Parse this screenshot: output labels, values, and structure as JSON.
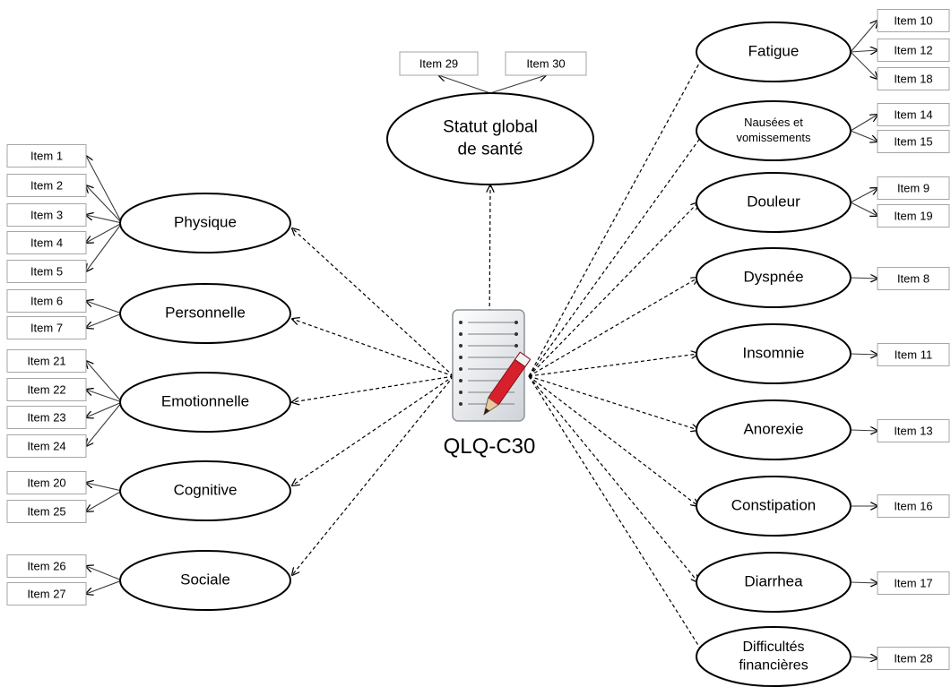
{
  "center": {
    "label": "QLQ-C30",
    "icon": "checklist-pencil-icon"
  },
  "global": {
    "label_lines": [
      "Statut global",
      "de santé"
    ],
    "items": [
      "Item 29",
      "Item 30"
    ]
  },
  "left": [
    {
      "label": "Physique",
      "items": [
        "Item 1",
        "Item 2",
        "Item 3",
        "Item 4",
        "Item 5"
      ]
    },
    {
      "label": "Personnelle",
      "items": [
        "Item 6",
        "Item 7"
      ]
    },
    {
      "label": "Emotionnelle",
      "items": [
        "Item 21",
        "Item 22",
        "Item 23",
        "Item 24"
      ]
    },
    {
      "label": "Cognitive",
      "items": [
        "Item 20",
        "Item 25"
      ]
    },
    {
      "label": "Sociale",
      "items": [
        "Item 26",
        "Item 27"
      ]
    }
  ],
  "right": [
    {
      "label": "Fatigue",
      "items": [
        "Item 10",
        "Item 12",
        "Item 18"
      ]
    },
    {
      "label": "Nausées et vomissements",
      "label_lines": [
        "Nausées et",
        "vomissements"
      ],
      "items": [
        "Item 14",
        "Item 15"
      ]
    },
    {
      "label": "Douleur",
      "items": [
        "Item 9",
        "Item 19"
      ]
    },
    {
      "label": "Dyspnée",
      "items": [
        "Item 8"
      ]
    },
    {
      "label": "Insomnie",
      "items": [
        "Item 11"
      ]
    },
    {
      "label": "Anorexie",
      "items": [
        "Item 13"
      ]
    },
    {
      "label": "Constipation",
      "items": [
        "Item 16"
      ]
    },
    {
      "label": "Diarrhea",
      "items": [
        "Item 17"
      ]
    },
    {
      "label": "Difficultés financières",
      "label_lines": [
        "Difficultés",
        "financières"
      ],
      "items": [
        "Item 28"
      ]
    }
  ]
}
